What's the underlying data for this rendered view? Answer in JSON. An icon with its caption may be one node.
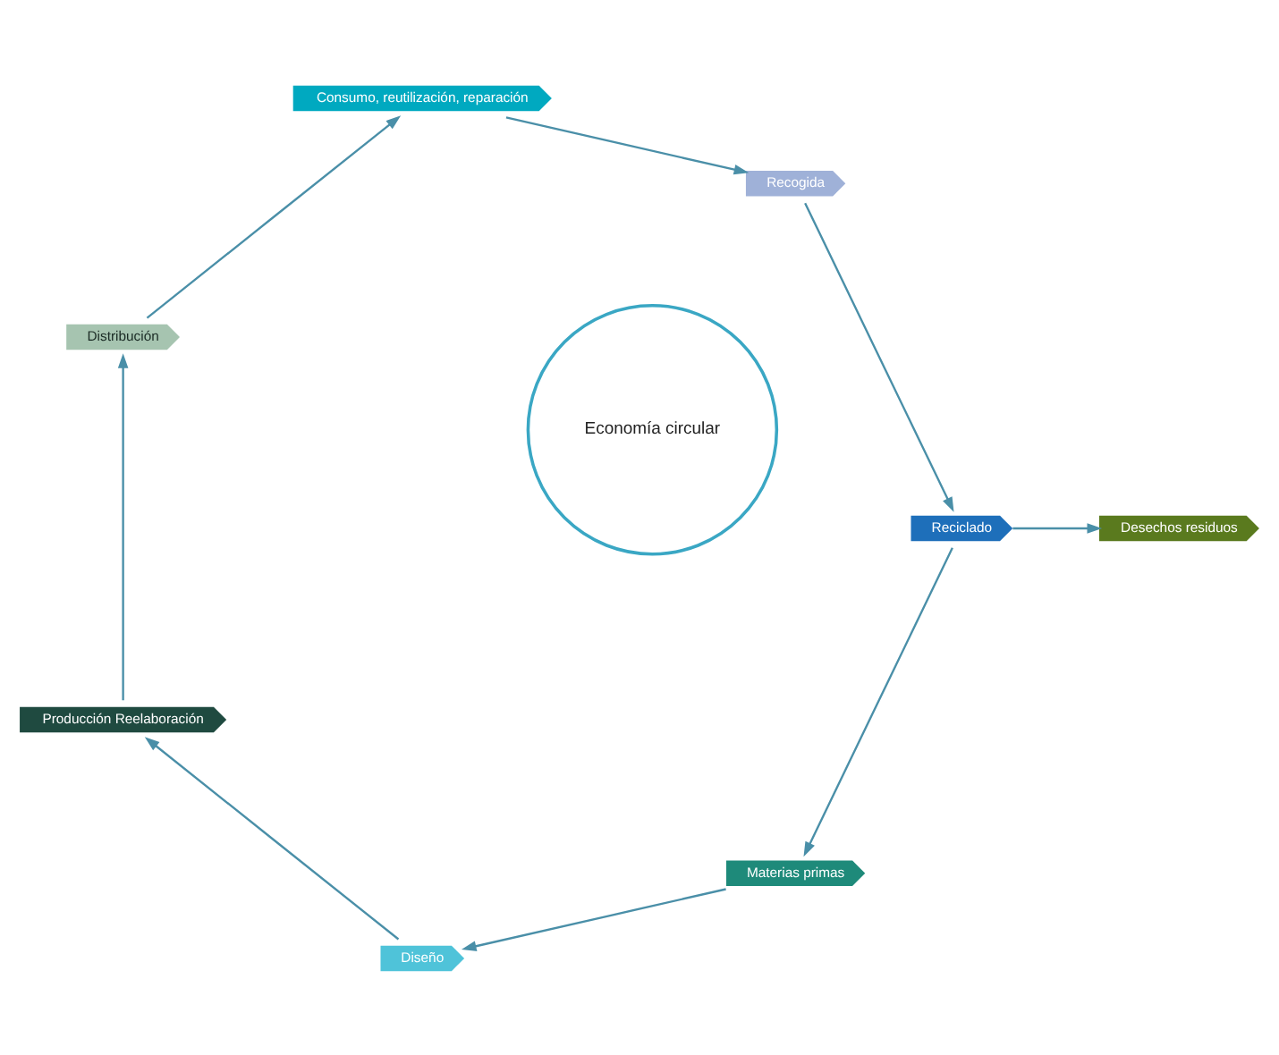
{
  "diagram": {
    "nodes": [
      {
        "text": [
          "Materias primas"
        ]
      },
      {
        "text": [
          "Diseño"
        ]
      },
      {
        "text": [
          "Producción Reelaboración"
        ]
      },
      {
        "text": [
          "Distribución"
        ]
      },
      {
        "text": [
          "Consumo, reutilización, reparación"
        ]
      },
      {
        "text": [
          "Recogida"
        ]
      },
      {
        "text": [
          "Reciclado"
        ]
      },
      {
        "text": [
          "Desechos residuos"
        ]
      },
      {
        "text": [
          "Economía circular"
        ]
      }
    ],
    "edges": [
      {
        "from": 0,
        "to": 1,
        "arrow": "to"
      },
      {
        "from": 1,
        "to": 2,
        "arrow": "to"
      },
      {
        "from": 2,
        "to": 3,
        "arrow": "to"
      },
      {
        "from": 3,
        "to": 4,
        "arrow": "to"
      },
      {
        "from": 4,
        "to": 5,
        "arrow": "to"
      },
      {
        "from": 5,
        "to": 6,
        "arrow": "to"
      },
      {
        "from": 6,
        "to": 0,
        "arrow": "to"
      },
      {
        "from": 6,
        "to": 7,
        "arrow": "to"
      }
    ]
  }
}
